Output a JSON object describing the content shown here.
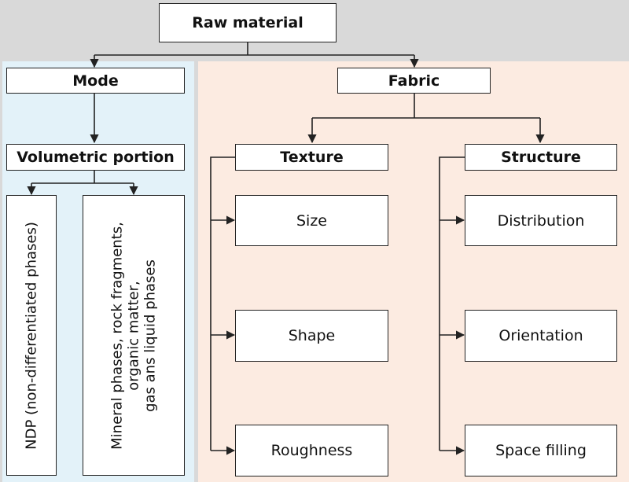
{
  "nodes": {
    "raw_material": "Raw material",
    "mode": "Mode",
    "fabric": "Fabric",
    "volumetric_portion": "Volumetric portion",
    "ndp": "NDP (non-differentiated phases)",
    "mineral_line1": "Mineral phases, rock fragments,",
    "mineral_line2": "organic matter,",
    "mineral_line3": "gas ans liquid phases",
    "texture": "Texture",
    "structure": "Structure",
    "size": "Size",
    "shape": "Shape",
    "roughness": "Roughness",
    "distribution": "Distribution",
    "orientation": "Orientation",
    "space_filling": "Space filling"
  },
  "colors": {
    "background": "#d9d9d9",
    "mode_panel": "#e3f2f9",
    "fabric_panel": "#fcebe1",
    "box_fill": "#ffffff",
    "line": "#222222"
  }
}
